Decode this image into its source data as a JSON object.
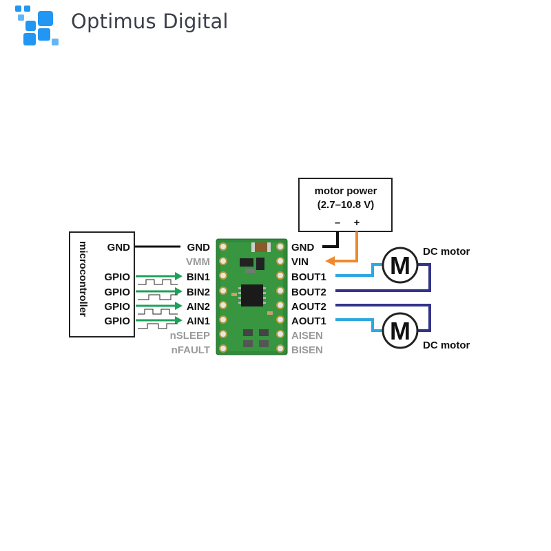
{
  "brand": {
    "name": "Optimus Digital",
    "color": "#2196f3"
  },
  "microcontroller": {
    "title": "microcontroller",
    "pins": [
      {
        "label": "GND"
      },
      {
        "label": "GPIO"
      },
      {
        "label": "GPIO"
      },
      {
        "label": "GPIO"
      },
      {
        "label": "GPIO"
      }
    ]
  },
  "driver": {
    "left_pins": [
      {
        "label": "GND",
        "active": true
      },
      {
        "label": "VMM",
        "active": false
      },
      {
        "label": "BIN1",
        "active": true
      },
      {
        "label": "BIN2",
        "active": true
      },
      {
        "label": "AIN2",
        "active": true
      },
      {
        "label": "AIN1",
        "active": true
      },
      {
        "label": "nSLEEP",
        "active": false
      },
      {
        "label": "nFAULT",
        "active": false
      }
    ],
    "right_pins": [
      {
        "label": "GND",
        "active": true
      },
      {
        "label": "VIN",
        "active": true
      },
      {
        "label": "BOUT1",
        "active": true
      },
      {
        "label": "BOUT2",
        "active": true
      },
      {
        "label": "AOUT2",
        "active": true
      },
      {
        "label": "AOUT1",
        "active": true
      },
      {
        "label": "AISEN",
        "active": false
      },
      {
        "label": "BISEN",
        "active": false
      }
    ]
  },
  "power_supply": {
    "title": "motor power",
    "range": "(2.7–10.8 V)",
    "minus": "–",
    "plus": "+"
  },
  "motors": [
    {
      "symbol": "M",
      "label": "DC motor"
    },
    {
      "symbol": "M",
      "label": "DC motor"
    }
  ],
  "colors": {
    "signal": "#1fa05a",
    "power": "#f0892a",
    "out1": "#2ea8e0",
    "out2": "#33338a",
    "ground": "#111111",
    "board": "#2f8a3a"
  }
}
